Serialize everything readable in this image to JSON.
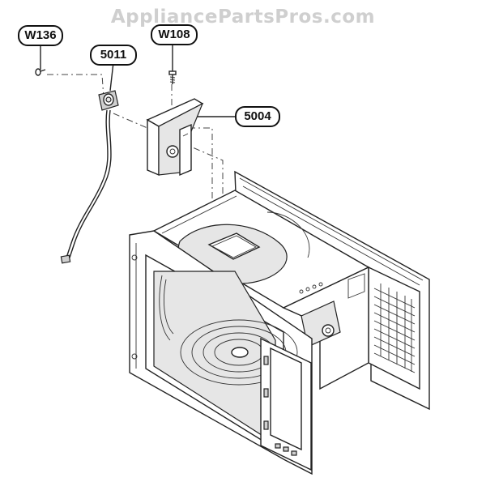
{
  "watermark": "AppliancePartsPros.com",
  "callouts": {
    "w136": "W136",
    "w108": "W108",
    "p5011": "5011",
    "p5004": "5004"
  }
}
